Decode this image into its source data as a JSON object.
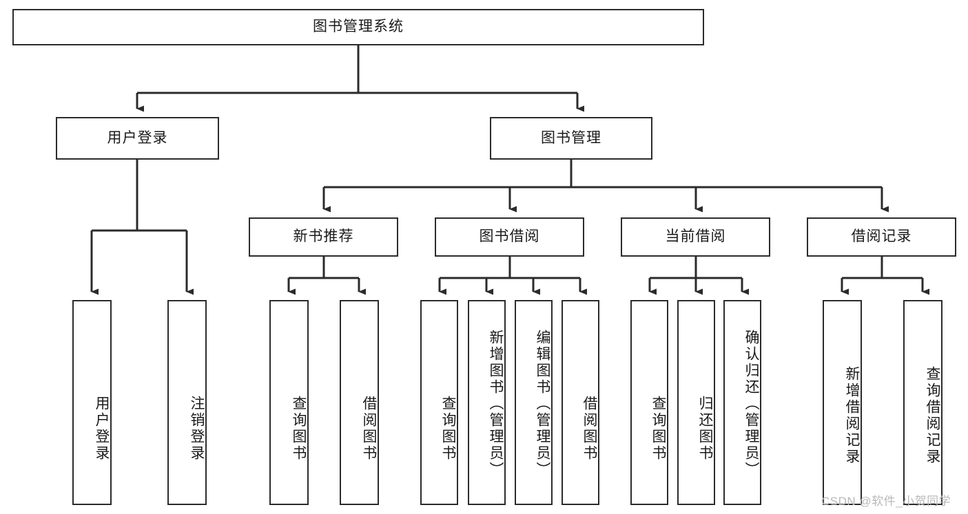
{
  "diagram": {
    "title": "图书管理系统",
    "type": "tree",
    "orientation": "top-down",
    "colors": {
      "box_border": "#2b2b2b",
      "box_fill": "#ffffff",
      "edge": "#2b2b2b",
      "text": "#1a1a1a",
      "watermark": "#b9b9b9"
    }
  },
  "nodes": {
    "root": {
      "label": "图书管理系统",
      "level": 1
    },
    "level2": [
      {
        "id": "user-login",
        "label": "用户登录"
      },
      {
        "id": "book-management",
        "label": "图书管理"
      }
    ],
    "level3": [
      {
        "id": "new-book-recommend",
        "label": "新书推荐"
      },
      {
        "id": "book-borrow",
        "label": "图书借阅"
      },
      {
        "id": "current-borrow",
        "label": "当前借阅"
      },
      {
        "id": "borrow-record",
        "label": "借阅记录"
      }
    ],
    "leaves": {
      "user-login": [
        {
          "id": "leaf-user-login",
          "label": "用户登录"
        },
        {
          "id": "leaf-logout-login",
          "label": "注销登录"
        }
      ],
      "new-book-recommend": [
        {
          "id": "leaf-query-book-1",
          "label": "查询图书"
        },
        {
          "id": "leaf-borrow-book-1",
          "label": "借阅图书"
        }
      ],
      "book-borrow": [
        {
          "id": "leaf-query-book-2",
          "label": "查询图书"
        },
        {
          "id": "leaf-add-book",
          "label": "新增图书（管理员）"
        },
        {
          "id": "leaf-edit-book",
          "label": "编辑图书（管理员）"
        },
        {
          "id": "leaf-borrow-book-2",
          "label": "借阅图书"
        }
      ],
      "current-borrow": [
        {
          "id": "leaf-query-book-3",
          "label": "查询图书"
        },
        {
          "id": "leaf-return-book",
          "label": "归还图书"
        },
        {
          "id": "leaf-confirm-return",
          "label": "确认归还（管理员）"
        }
      ],
      "borrow-record": [
        {
          "id": "leaf-add-record",
          "label": "新增借阅记录"
        },
        {
          "id": "leaf-query-record",
          "label": "查询借阅记录"
        }
      ]
    }
  },
  "watermark": {
    "text": "CSDN @软件_小贺同学"
  }
}
